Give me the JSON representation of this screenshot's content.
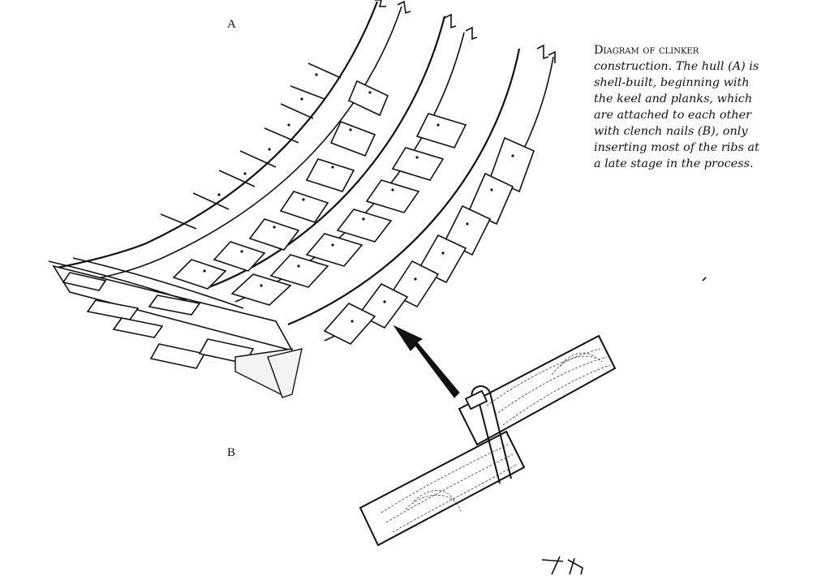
{
  "labels": {
    "hull": "A",
    "nails": "B"
  },
  "caption": {
    "lead": "Diagram of clinker",
    "body": "construction. The hull (A) is shell-built, beginning with the keel and planks, which are attached to each other with clench nails (B), only inserting most of the ribs at a late stage in the process."
  },
  "icons": {
    "hull_drawing": "clinker-hull-illustration",
    "nail_drawing": "clench-nail-illustration",
    "arrow": "pointer-arrow"
  }
}
